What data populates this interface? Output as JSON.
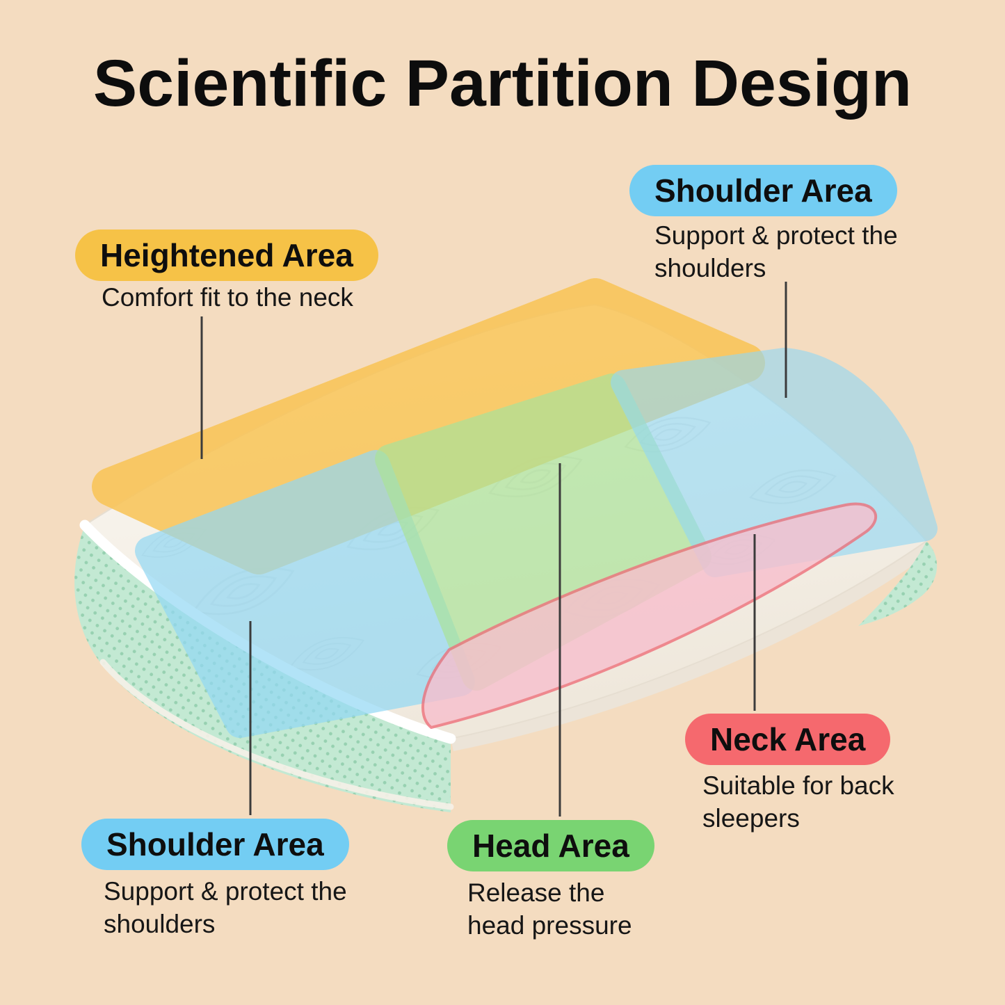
{
  "background": "#f4dcc0",
  "title": "Scientific Partition Design",
  "callouts": {
    "heightened": {
      "label": "Heightened Area",
      "description": "Comfort fit to the neck",
      "badge_color": "#f6c247"
    },
    "shoulder_top": {
      "label": "Shoulder Area",
      "description": "Support & protect the shoulders",
      "badge_color": "#73cdf3"
    },
    "shoulder_bottom": {
      "label": "Shoulder Area",
      "description": "Support & protect the shoulders",
      "badge_color": "#73cdf3"
    },
    "head": {
      "label": "Head Area",
      "description": "Release the head pressure",
      "badge_color": "#79d472"
    },
    "neck": {
      "label": "Neck Area",
      "description": "Suitable for back sleepers",
      "badge_color": "#f5696e"
    }
  },
  "pillow": {
    "zone_colors": {
      "heightened": "#f9c455",
      "shoulder": "#92d8f4",
      "head": "#abe399",
      "neck_fill": "#f7bfcd",
      "neck_border": "#ee707b",
      "mesh": "#c3e9d3",
      "mesh_dot": "#97d1b1"
    }
  }
}
